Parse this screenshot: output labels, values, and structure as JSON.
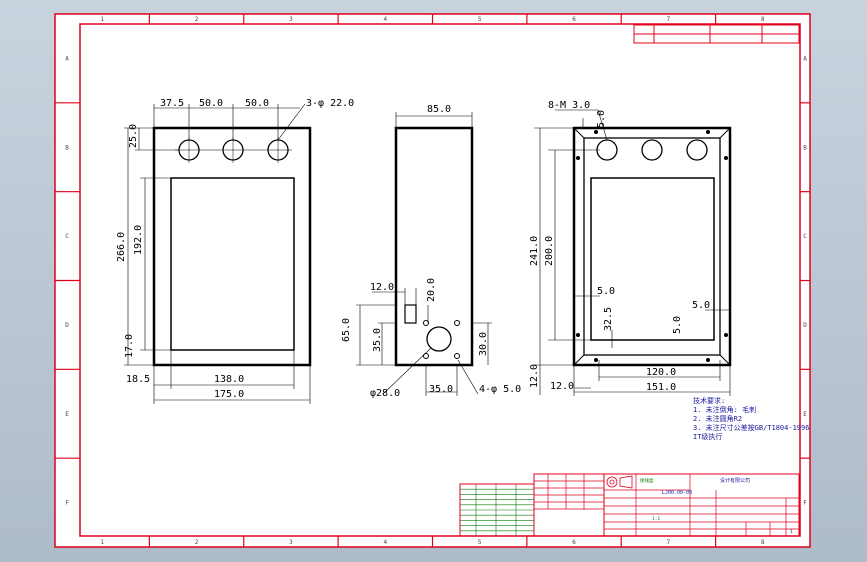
{
  "colors": {
    "border": "#e0001c",
    "line": "#000000",
    "note": "#1a1aa0",
    "green": "#0a7a0a",
    "paper": "#ffffff"
  },
  "zones": {
    "columns": [
      "1",
      "2",
      "3",
      "4",
      "5",
      "6",
      "7",
      "8"
    ],
    "rows": [
      "A",
      "B",
      "C",
      "D",
      "E",
      "F"
    ]
  },
  "front": {
    "d_top_left": "37.5",
    "d_top_mid1": "50.0",
    "d_top_mid2": "50.0",
    "d_holes": "3-φ 22.0",
    "d_hole_edge": "25.0",
    "d_height": "266.0",
    "d_window": "192.0",
    "d_bottom": "17.0",
    "d_left": "18.5",
    "d_window_w": "138.0",
    "d_width": "175.0"
  },
  "side": {
    "d_depth": "85.0",
    "d_slot_w": "12.0",
    "d_slot_h": "20.0",
    "d_slot_pos": "65.0",
    "d_pos2": "35.0",
    "d_pos3": "30.0",
    "d_circle": "φ28.0",
    "d_pos4": "35.0",
    "d_holes4": "4-φ 5.0"
  },
  "back": {
    "d_screws": "8-M 3.0",
    "d_top": "5.0",
    "d_h1": "241.0",
    "d_h2": "200.0",
    "d_l5": "5.0",
    "d_r5": "5.0",
    "d_325": "32.5",
    "d_in5": "5.0",
    "d_bottom12": "12.0",
    "d_left12": "12.0",
    "d_w1": "120.0",
    "d_w2": "151.0"
  },
  "notes": [
    "技术要求:",
    "1. 未注倒角: 毛刺",
    "2. 未注圆角R2",
    "3. 未注尺寸公差按GB/T1804-1996",
    "   IT级执行"
  ],
  "titleblock": {
    "company": "设计有限公司",
    "drawing_no": "LJ00.00-00",
    "part_name": "接线盒",
    "scale_value": "1:1",
    "sheet_no": "1"
  }
}
